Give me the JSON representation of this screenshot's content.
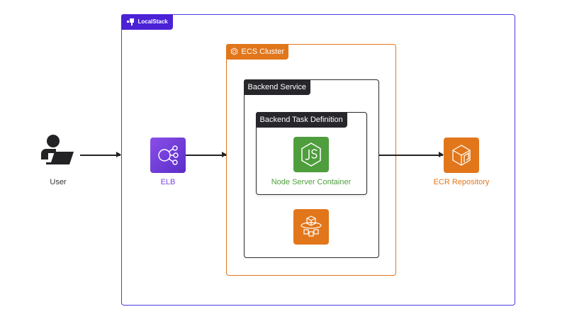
{
  "localstack": {
    "label": "LocalStack",
    "color": "#4b22d6"
  },
  "ecs_cluster": {
    "label": "ECS Cluster",
    "color": "#e2761b",
    "icon": "ecs-cluster-icon"
  },
  "backend_service": {
    "label": "Backend Service"
  },
  "task_definition": {
    "label": "Backend Task Definition"
  },
  "nodes": {
    "user": {
      "label": "User",
      "icon": "user-laptop-icon"
    },
    "elb": {
      "label": "ELB",
      "icon": "elb-icon",
      "color": "#7c45e0"
    },
    "node": {
      "label": "Node Server Container",
      "icon": "nodejs-icon",
      "color": "#4f9e3d"
    },
    "fargate": {
      "icon": "fargate-icon",
      "color": "#e2761b"
    },
    "ecr": {
      "label": "ECR Repository",
      "icon": "ecr-icon",
      "color": "#e2761b"
    }
  }
}
